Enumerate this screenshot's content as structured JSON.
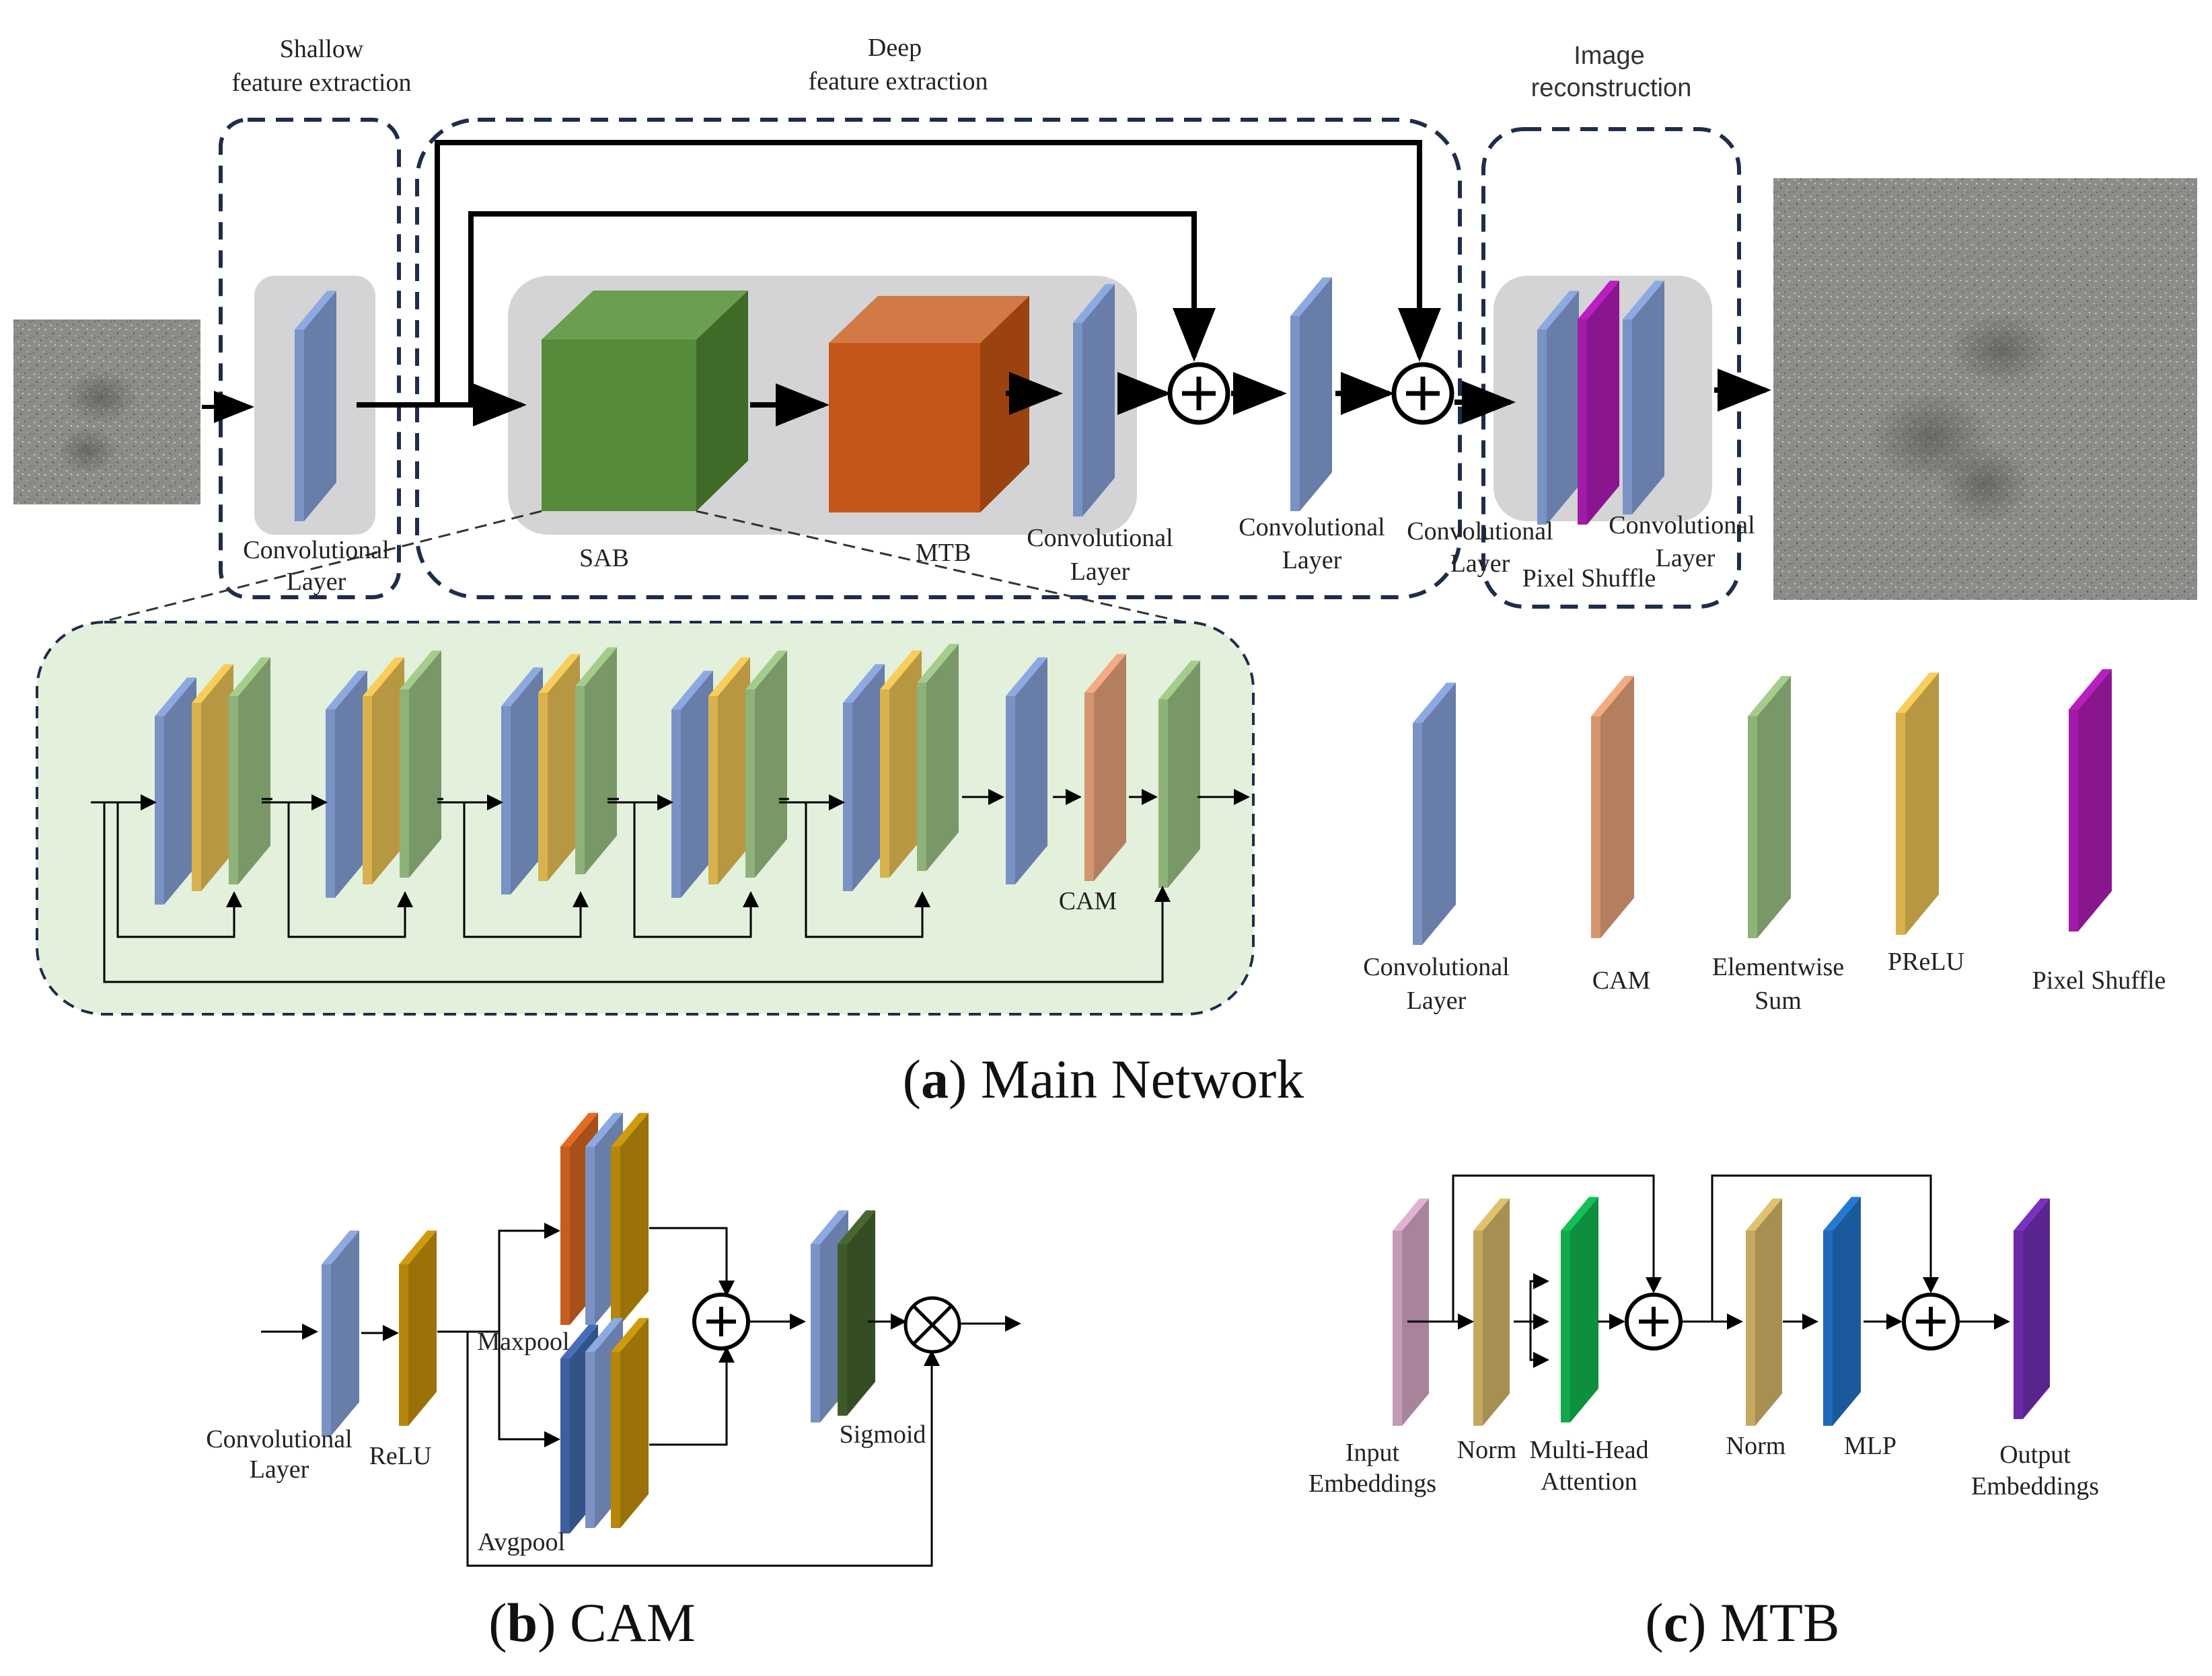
{
  "main": {
    "sections": {
      "shallow": [
        "Shallow",
        "feature extraction"
      ],
      "deep": [
        "Deep",
        "feature extraction"
      ],
      "recon": [
        "Image",
        "reconstruction"
      ]
    },
    "labels": {
      "conv1": [
        "Convolutional",
        "Layer"
      ],
      "sab": "SAB",
      "mtb": "MTB",
      "conv2": [
        "Convolutional",
        "Layer"
      ],
      "conv3": [
        "Convolutional",
        "Layer"
      ],
      "conv4": [
        "Convolutional",
        "Layer"
      ],
      "conv5": [
        "Convolutional",
        "Layer"
      ],
      "pixelshuffle": "Pixel Shuffle",
      "cam": "CAM"
    },
    "legend": [
      {
        "label": [
          "Convolutional",
          "Layer"
        ],
        "color": "#7a93c4"
      },
      {
        "label": [
          "CAM"
        ],
        "color": "#d49570"
      },
      {
        "label": [
          "Elementwise",
          "Sum"
        ],
        "color": "#8fb27a"
      },
      {
        "label": [
          "PReLU"
        ],
        "color": "#d8b24e"
      },
      {
        "label": [
          "Pixel Shuffle"
        ],
        "color": "#a21aa8"
      }
    ],
    "caption": {
      "letter": "a",
      "text": "Main Network"
    }
  },
  "cam": {
    "labels": {
      "conv": [
        "Convolutional",
        "Layer"
      ],
      "relu": "ReLU",
      "maxpool": "Maxpool",
      "avgpool": "Avgpool",
      "sigmoid": "Sigmoid"
    },
    "caption": {
      "letter": "b",
      "text": "CAM"
    }
  },
  "mtb": {
    "labels": {
      "input": [
        "Input",
        "Embeddings"
      ],
      "norm1": "Norm",
      "mha": [
        "Multi-Head",
        "Attention"
      ],
      "norm2": "Norm",
      "mlp": "MLP",
      "output": [
        "Output",
        "Embeddings"
      ]
    },
    "caption": {
      "letter": "c",
      "text": "MTB"
    }
  },
  "colors": {
    "conv": "#7a93c4",
    "prelu": "#d8b24e",
    "sum": "#8fb27a",
    "cam": "#d49570",
    "pixelshuffle": "#a21aa8",
    "sab": "#558b3a",
    "mtb": "#cc5a1a",
    "relu": "#b5860a",
    "maxpool": "#c65d1e",
    "avgpool": "#3d5fa0",
    "sigmoid": "#3e5a2a",
    "input_emb": "#c49bb8",
    "norm": "#c4a860",
    "mha": "#10a84a",
    "mlp_col": "#1e6ab8",
    "output_emb": "#6a2aa8",
    "panel_bg": "#e3f0dc",
    "block_bg": "#d4d4d6",
    "dash": "#1e2d4a"
  }
}
